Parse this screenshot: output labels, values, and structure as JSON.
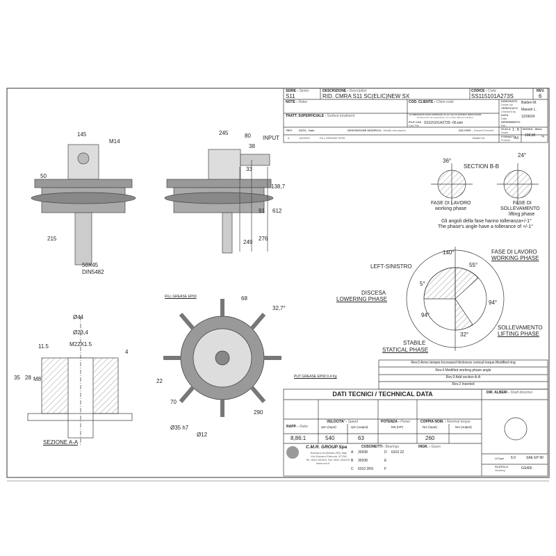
{
  "title_block": {
    "serie_label": "SERIE",
    "serie_en": "Series",
    "serie": "S11",
    "descrizione_label": "DESCRIZIONE",
    "descrizione_en": "Description",
    "descrizione": "RID. CMRA S11 SC(ELIC)NEW SX",
    "codice_label": "CODICE",
    "codice_en": "Code",
    "codice": "SS115101A273S",
    "rev_label": "REV.",
    "rev": "6",
    "note_label": "NOTE",
    "note_en": "Notes",
    "cod_cliente_label": "COD. CLIENTE",
    "cod_cliente_en": "Client code",
    "disegnato_label": "DISEGNATO",
    "disegnato_en": "Drawn by",
    "disegnato": "Balderi M.",
    "verificato_label": "VERIFICATO",
    "verificato_en": "Checked by",
    "verificato": "Maestri L.",
    "tratt_label": "TRATT. SUPERFICIALE",
    "tratt_en": "Surface treatment",
    "dimensions_note": "LE DIMENSIONI SONO ESPRESSE IN mm SALVO DIVERSA INDICAZIONE",
    "dimensions_note_en": "All dimension are expressed in mm unless different indicated",
    "data_label": "DATA",
    "data_en": "Date",
    "data": "12/06/24",
    "file_cad_label": "FILE CAD",
    "file_cad_en": "Cad File",
    "file_cad": "SS115101A273S -06.iam",
    "riferimento_label": "RIFERIMENTO",
    "riferimento_en": "Ref.",
    "scala_label": "SCALA",
    "scala_en": "Scale",
    "scala": "1 : 8",
    "massa_label": "MASSA",
    "massa_en": "Mass",
    "massa": "108,00",
    "massa_unit": "kg",
    "formato_label": "FORMATO",
    "formato_en": "Format",
    "formato": "A3",
    "rev_col": "REV.",
    "data_col": "DATA",
    "data_col_en": "Date",
    "desc_mod_label": "DESCRIZIONE MODIFICA",
    "desc_mod_en": "Modify description",
    "dis_ver_label": "DIS./VER.",
    "dis_ver_en": "Drawn/Checked",
    "last_rev": {
      "rev": "6",
      "date": "14/03/25",
      "desc": "FILL GREASE EP00",
      "by": "Balderi M."
    }
  },
  "drawing": {
    "labels": {
      "m14": "M14",
      "input": "INPUT",
      "shaft": "50X45",
      "shaft_std": "DIN5482",
      "fill_grease": "FILL GREASE EP00",
      "put_grease": "PUT GREASE EP00 0.4 Kg",
      "sezione": "SEZIONE A-A",
      "section_bb": "SECTION B-B",
      "fase_lavoro": "FASE DI LAVORO",
      "working_phase": "working phase",
      "fase_soll": "FASE DI",
      "fase_soll2": "SOLLEVAMENTO",
      "lifting_phase": "lifting phase",
      "tol_it": "Gli angoli della fase hanno tolleranza+/-1°",
      "tol_en": "The phase's angle have a tollerance of +/-1°",
      "left": "LEFT-SINISTRO",
      "fase_lavoro_up": "FASE DI LAVORO",
      "working_up": "WORKING PHASE",
      "discesa": "DISCESA",
      "lowering": "LOWERING PHASE",
      "soll_up": "SOLLEVAMENTO",
      "lifting_up": "LIFTING PHASE",
      "stabile": "STABILE",
      "statical": "STATICAL PHASE"
    },
    "dimensions": {
      "d145": "145",
      "d50": "50",
      "d215": "215",
      "d245": "245",
      "d80": "80",
      "d38": "38",
      "d33": "33",
      "d138": "138,7",
      "d91": "91",
      "d612": "612",
      "d249": "249",
      "d276": "276",
      "d44": "Ø44",
      "d23": "Ø23,4",
      "m22": "M22X1.5",
      "d115": "11.5",
      "d35": "35",
      "d28": "28",
      "d8": "M8",
      "d4": "4",
      "d68": "68",
      "d327": "32,7°",
      "d22": "22",
      "d70": "70",
      "d290": "290",
      "d35h7": "Ø35 h7",
      "d12": "Ø12",
      "a36": "36°",
      "a24": "24°",
      "a140": "140°",
      "a55": "55°",
      "a5": "5°",
      "a94a": "94°",
      "a94b": "94°",
      "a32": "32°"
    }
  },
  "revisions": [
    "Rev.5 Arms temper.Increased thickness conical torque.Modified ring",
    "Rev.4 Modified working phase angle",
    "Rev.3 Add section A-A",
    "Rev.2 Inserted"
  ],
  "tech": {
    "title": "DATI TECNICI  / TECHNICAL DATA",
    "rapp_label": "RAPP.",
    "rapp_en": "Ratio",
    "rapp": "8,86:1",
    "vel_label": "VELOCITA'",
    "vel_en": "Speed",
    "rpm_in": "rpm (input)",
    "rpm_out": "rpm (output)",
    "rpm_in_val": "540",
    "rpm_out_val": "63",
    "pot_label": "POTENZA",
    "pot_en": "Power",
    "kw": "kW (HP)",
    "coppia_label": "COPPIA NOM.",
    "coppia_en": "Nominal torque",
    "nm_in": "Nm (input)",
    "nm_out": "Nm (output)",
    "nm_in_val": "260",
    "company": "C.M.R. GROUP Spa",
    "address1": "Bonsano di Albinea (RE) Italy",
    "address2": "Via Giovanni Falcone, N°23A",
    "phone": "Tel. 0522-591611  Fax 0522-349020",
    "web": "www.cmr.it",
    "cuscinetti_label": "CUSCINETTI",
    "cuscinetti_en": "Bearings",
    "bearings": [
      {
        "k": "A",
        "v": "30208",
        "k2": "D",
        "v2": "6310 2Z"
      },
      {
        "k": "B",
        "v": "30208",
        "k2": "E",
        "v2": ""
      },
      {
        "k": "C",
        "v": "6310 2RS",
        "k2": "F",
        "v2": ""
      }
    ],
    "ingr_label": "INGR.",
    "ingr_en": "Gears",
    "dir_label": "DIR. ALBERI",
    "dir_en": "Shaft direction",
    "oil_label": "Lt/Type",
    "oil_qty": "6.0",
    "oil_type": "SAE EP 90",
    "scatola_label": "SCATOLA",
    "scatola_en": "Housing",
    "scatola": "GS400"
  }
}
